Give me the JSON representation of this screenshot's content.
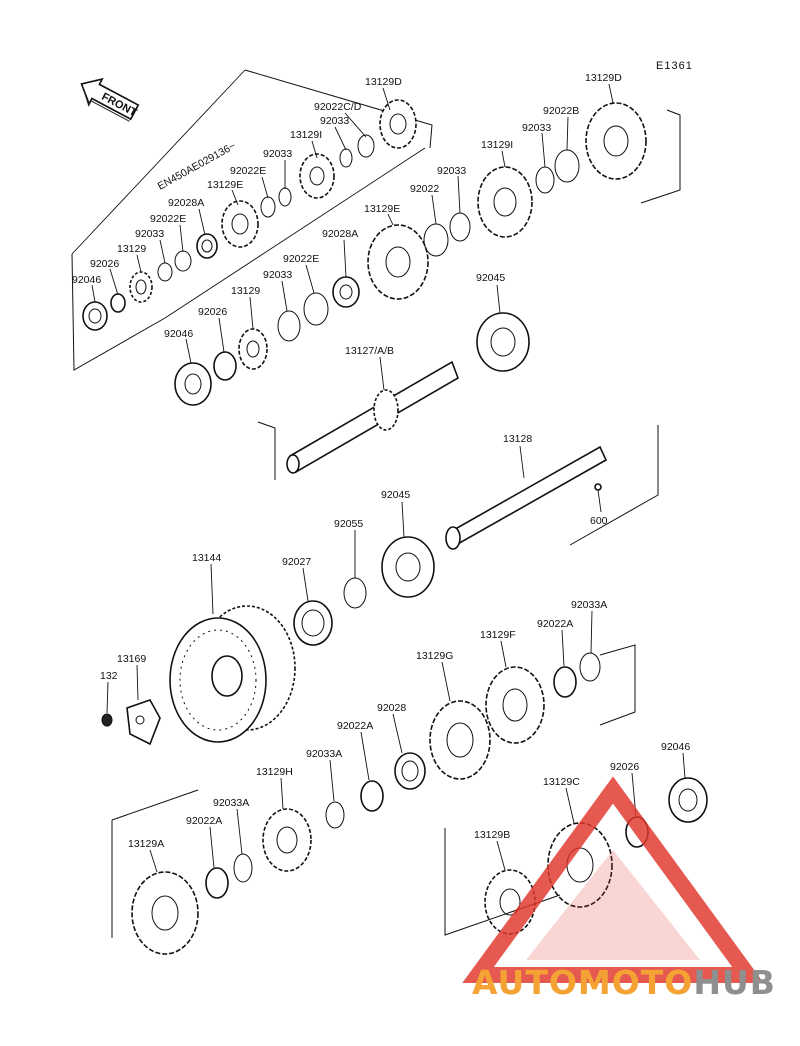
{
  "diagram": {
    "code": "E1361",
    "front_label": "FRONT",
    "serial_note": "EN450AE029136~",
    "labels": {
      "l_13129D_a": "13129D",
      "l_92022CD": "92022C/D",
      "l_92033_a": "92033",
      "l_13129I_a": "13129I",
      "l_92033_b": "92033",
      "l_92022E_a": "92022E",
      "l_13129E_a": "13129E",
      "l_92028A_a": "92028A",
      "l_92022E_b": "92022E",
      "l_92033_c": "92033",
      "l_13129_a": "13129",
      "l_92026_a": "92026",
      "l_92046_a": "92046",
      "l_13129D_b": "13129D",
      "l_92022B": "92022B",
      "l_92033_d": "92033",
      "l_13129I_b": "13129I",
      "l_92033_e": "92033",
      "l_92022": "92022",
      "l_13129E_b": "13129E",
      "l_92028A_b": "92028A",
      "l_92022E_c": "92022E",
      "l_92033_f": "92033",
      "l_13129_b": "13129",
      "l_92026_b": "92026",
      "l_92046_b": "92046",
      "l_92045_a": "92045",
      "l_13127": "13127/A/B",
      "l_13128": "13128",
      "l_600": "600",
      "l_92045_b": "92045",
      "l_92055": "92055",
      "l_92027": "92027",
      "l_13144": "13144",
      "l_13169": "13169",
      "l_132": "132",
      "l_13129G": "13129G",
      "l_13129F": "13129F",
      "l_92022A_a": "92022A",
      "l_92033A_a": "92033A",
      "l_92028": "92028",
      "l_92022A_b": "92022A",
      "l_92033A_b": "92033A",
      "l_13129H": "13129H",
      "l_92033A_c": "92033A",
      "l_92022A_c": "92022A",
      "l_13129A": "13129A",
      "l_92046_c": "92046",
      "l_92026_c": "92026",
      "l_13129C": "13129C",
      "l_13129B": "13129B"
    }
  },
  "watermark": {
    "text_a": "AUTOMOTO",
    "text_b": "HUB",
    "color_a": "#f3a233",
    "color_b": "#8f8f8f",
    "triangle_color": "#e0352b"
  }
}
